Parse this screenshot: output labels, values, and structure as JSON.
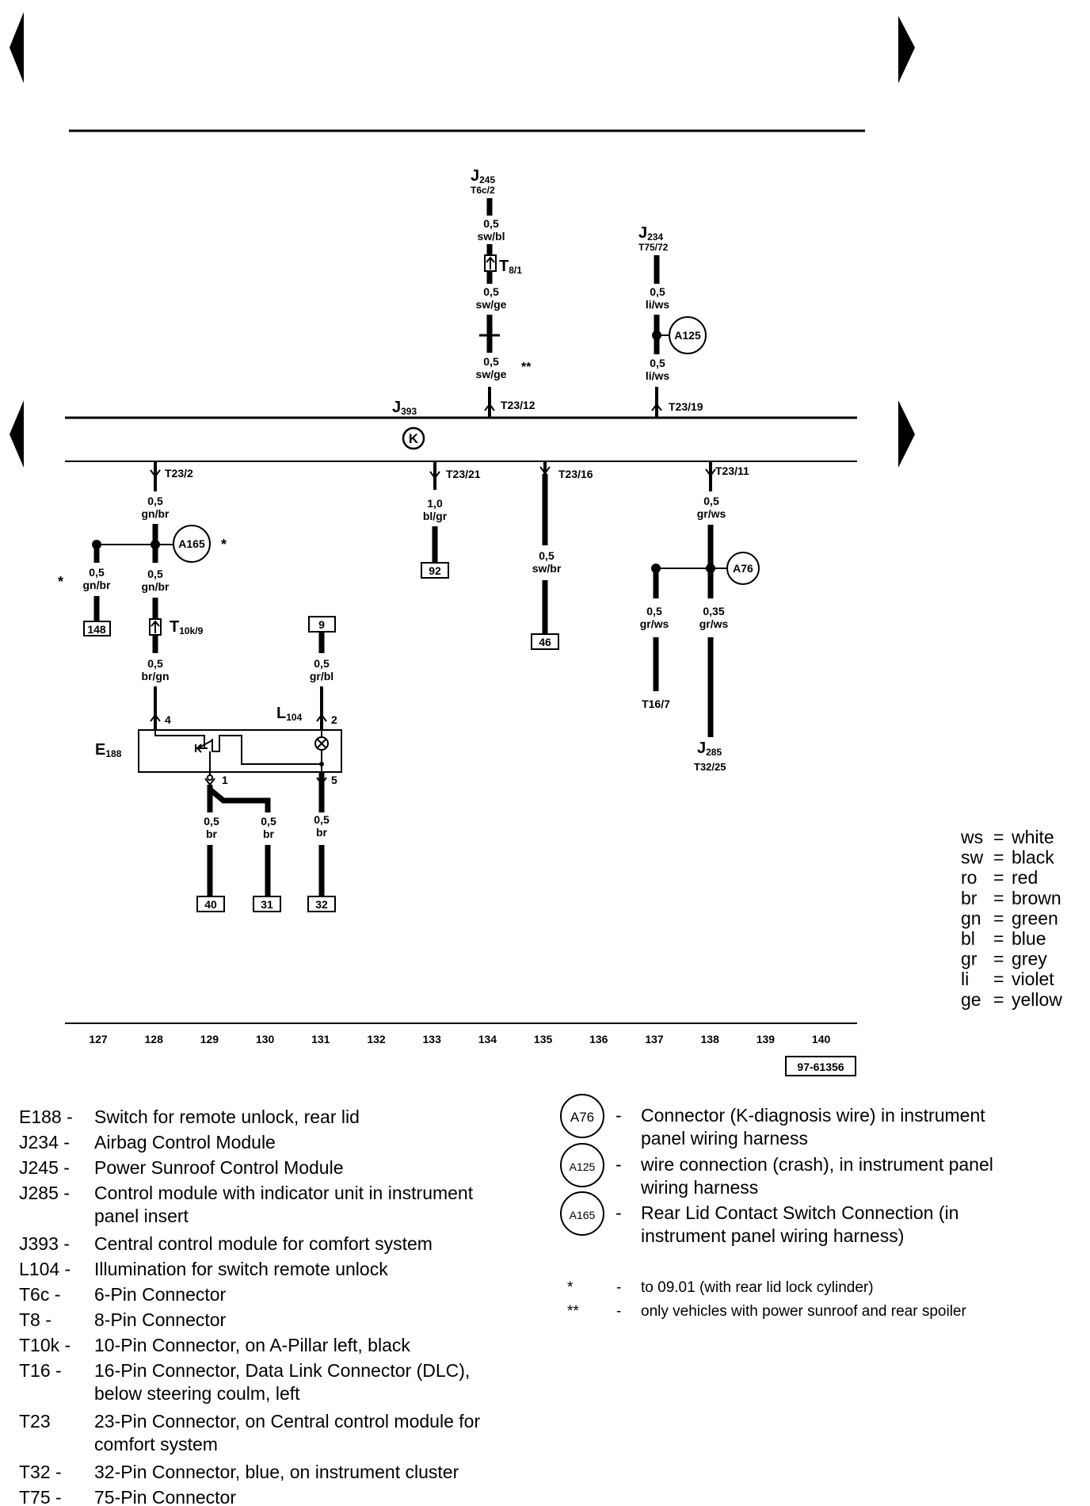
{
  "components": {
    "J245": {
      "name": "J",
      "sub": "245",
      "pin": "T6c/2"
    },
    "J234": {
      "name": "J",
      "sub": "234",
      "pin": "T75/72"
    },
    "J393": {
      "name": "J",
      "sub": "393"
    },
    "J285": {
      "name": "J",
      "sub": "285",
      "pin": "T32/25"
    },
    "E188": {
      "name": "E",
      "sub": "188"
    },
    "L104": {
      "name": "L",
      "sub": "104"
    },
    "T8": {
      "name": "T",
      "sub": "8/1"
    },
    "T10k": {
      "name": "T",
      "sub": "10k/9"
    },
    "T16": {
      "pin": "T16/7"
    }
  },
  "connectors": {
    "t23_12": "T23/12",
    "t23_19": "T23/19",
    "t23_2": "T23/2",
    "t23_21": "T23/21",
    "t23_16": "T23/16",
    "t23_11": "T23/11"
  },
  "wires": {
    "j245_top": {
      "size": "0,5",
      "color": "sw/bl"
    },
    "j245_mid": {
      "size": "0,5",
      "color": "sw/ge"
    },
    "j245_low": {
      "size": "0,5",
      "color": "sw/ge"
    },
    "j234_top": {
      "size": "0,5",
      "color": "li/ws"
    },
    "j234_low": {
      "size": "0,5",
      "color": "li/ws"
    },
    "t23_2_a": {
      "size": "0,5",
      "color": "gn/br"
    },
    "t23_2_b": {
      "size": "0,5",
      "color": "gn/br"
    },
    "branch_148": {
      "size": "0,5",
      "color": "gn/br"
    },
    "e188_4": {
      "size": "0,5",
      "color": "br/gn"
    },
    "l104_2": {
      "size": "0,5",
      "color": "gr/bl"
    },
    "t23_21": {
      "size": "1,0",
      "color": "bl/gr"
    },
    "t23_16": {
      "size": "0,5",
      "color": "sw/br"
    },
    "t23_11": {
      "size": "0,5",
      "color": "gr/ws"
    },
    "t16": {
      "size": "0,5",
      "color": "gr/ws"
    },
    "j285": {
      "size": "0,35",
      "color": "gr/ws"
    },
    "gnd_40": {
      "size": "0,5",
      "color": "br"
    },
    "gnd_31": {
      "size": "0,5",
      "color": "br"
    },
    "gnd_32": {
      "size": "0,5",
      "color": "br"
    }
  },
  "pins": {
    "p4": "4",
    "p2": "2",
    "p1": "1",
    "p5": "5"
  },
  "splices": {
    "a125": "A125",
    "a165": "A165",
    "a76": "A76"
  },
  "marks": {
    "single": "*",
    "double": "**"
  },
  "k_symbol": "K",
  "terminals": {
    "t148": "148",
    "t92": "92",
    "t46": "46",
    "t9": "9",
    "t40": "40",
    "t31": "31",
    "t32": "32"
  },
  "columns": [
    "127",
    "128",
    "129",
    "130",
    "131",
    "132",
    "133",
    "134",
    "135",
    "136",
    "137",
    "138",
    "139",
    "140"
  ],
  "diagram_id": "97-61356",
  "color_legend": [
    {
      "code": "ws",
      "meaning": "white"
    },
    {
      "code": "sw",
      "meaning": "black"
    },
    {
      "code": "ro",
      "meaning": "red"
    },
    {
      "code": "br",
      "meaning": "brown"
    },
    {
      "code": "gn",
      "meaning": "green"
    },
    {
      "code": "bl",
      "meaning": "blue"
    },
    {
      "code": "gr",
      "meaning": "grey"
    },
    {
      "code": "li",
      "meaning": "violet"
    },
    {
      "code": "ge",
      "meaning": "yellow"
    }
  ],
  "component_legend": [
    {
      "code": "E188 -",
      "text": [
        "Switch for remote unlock, rear lid"
      ]
    },
    {
      "code": "J234 -",
      "text": [
        "Airbag Control Module"
      ]
    },
    {
      "code": "J245 -",
      "text": [
        "Power Sunroof Control Module"
      ]
    },
    {
      "code": "J285 -",
      "text": [
        "Control module with indicator unit in instrument",
        "panel insert"
      ]
    },
    {
      "code": "J393 -",
      "text": [
        "Central control module for comfort system"
      ]
    },
    {
      "code": "L104 -",
      "text": [
        "Illumination for switch remote unlock"
      ]
    },
    {
      "code": "T6c   -",
      "text": [
        "6-Pin Connector"
      ]
    },
    {
      "code": "T8     -",
      "text": [
        "8-Pin Connector"
      ]
    },
    {
      "code": "T10k -",
      "text": [
        "10-Pin Connector, on A-Pillar left, black"
      ]
    },
    {
      "code": "T16   -",
      "text": [
        "16-Pin Connector, Data Link Connector (DLC),",
        "below steering coulm, left"
      ]
    },
    {
      "code": "T23",
      "text": [
        "23-Pin Connector, on Central control module for",
        "comfort system"
      ]
    },
    {
      "code": "T32   -",
      "text": [
        "32-Pin Connector, blue, on instrument cluster"
      ]
    },
    {
      "code": "T75   -",
      "text": [
        "75-Pin Connector"
      ]
    }
  ],
  "connector_legend": [
    {
      "code": "A76",
      "text": [
        "Connector (K-diagnosis wire) in instrument",
        "panel wiring harness"
      ]
    },
    {
      "code": "A125",
      "text": [
        "wire connection (crash), in instrument panel",
        "wiring harness"
      ]
    },
    {
      "code": "A165",
      "text": [
        "Rear Lid Contact Switch Connection (in",
        "instrument panel wiring harness)"
      ]
    }
  ],
  "footnotes": [
    {
      "mark": "*",
      "text": "to 09.01 (with rear lid lock cylinder)"
    },
    {
      "mark": "**",
      "text": "only vehicles with power sunroof and rear spoiler"
    }
  ]
}
